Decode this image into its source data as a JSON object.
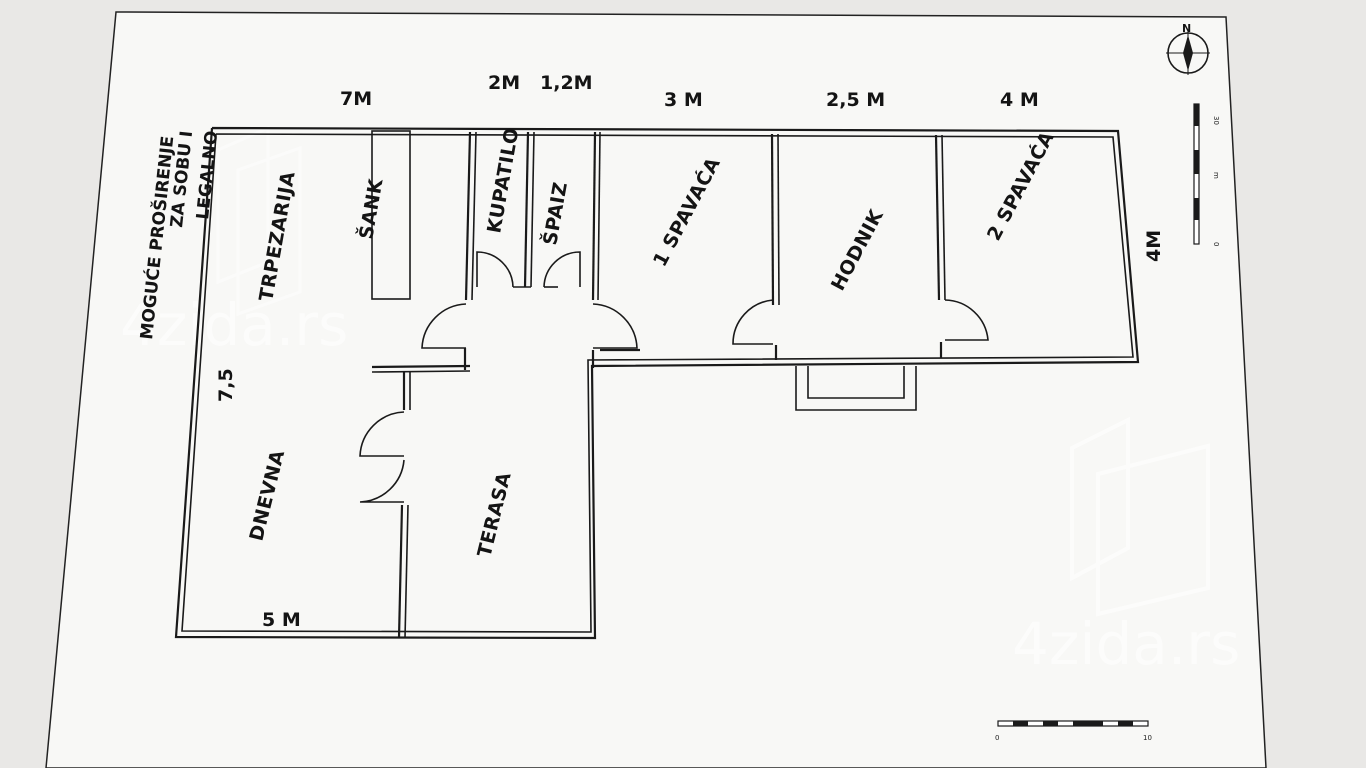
{
  "plan": {
    "dimensions": {
      "top_1": "7M",
      "top_2": "2M",
      "top_3": "1,2M",
      "top_4": "3 M",
      "top_5": "2,5 M",
      "top_6": "4 M",
      "right": "4M",
      "left": "7,5",
      "bottom": "5 M"
    },
    "rooms": {
      "trpezarija": "TRPEZARIJA",
      "sank": "ŠANK",
      "kupatilo": "KUPATILO",
      "spaiz": "ŠPAIZ",
      "spavaca_1": "1 SPAVAĆA",
      "hodnik": "HODNIK",
      "spavaca_2": "2 SPAVAĆA",
      "dnevna": "DNEVNA",
      "terasa": "TERASA"
    },
    "note": {
      "line1": "MOGUĆE PROŠIRENJE",
      "line2": "ZA SOBU I",
      "line3": "LEGALNO"
    },
    "compass_label": "N",
    "vertical_scale": {
      "top": "30",
      "middle": "m",
      "bottom": "0"
    },
    "bar_scale": {
      "start": "0",
      "end": "10"
    }
  },
  "watermark": {
    "text": "4zida.rs"
  }
}
